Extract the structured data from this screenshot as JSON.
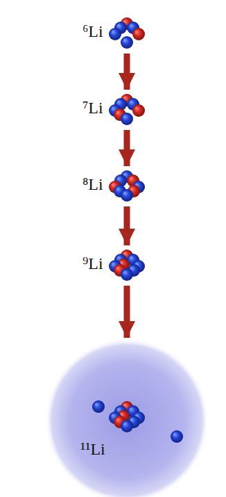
{
  "diagram": {
    "nodes": [
      {
        "text": [
          "⁶Li"
        ]
      },
      {
        "text": [
          "⁷Li"
        ]
      },
      {
        "text": [
          "⁸Li"
        ]
      },
      {
        "text": [
          "⁹Li"
        ]
      },
      {
        "text": [
          "¹¹Li"
        ]
      }
    ],
    "edges": [
      {
        "from": 0,
        "to": 1,
        "arrow": "to"
      },
      {
        "from": 1,
        "to": 2,
        "arrow": "to"
      },
      {
        "from": 2,
        "to": 3,
        "arrow": "to"
      },
      {
        "from": 3,
        "to": 4,
        "arrow": "to"
      }
    ]
  }
}
